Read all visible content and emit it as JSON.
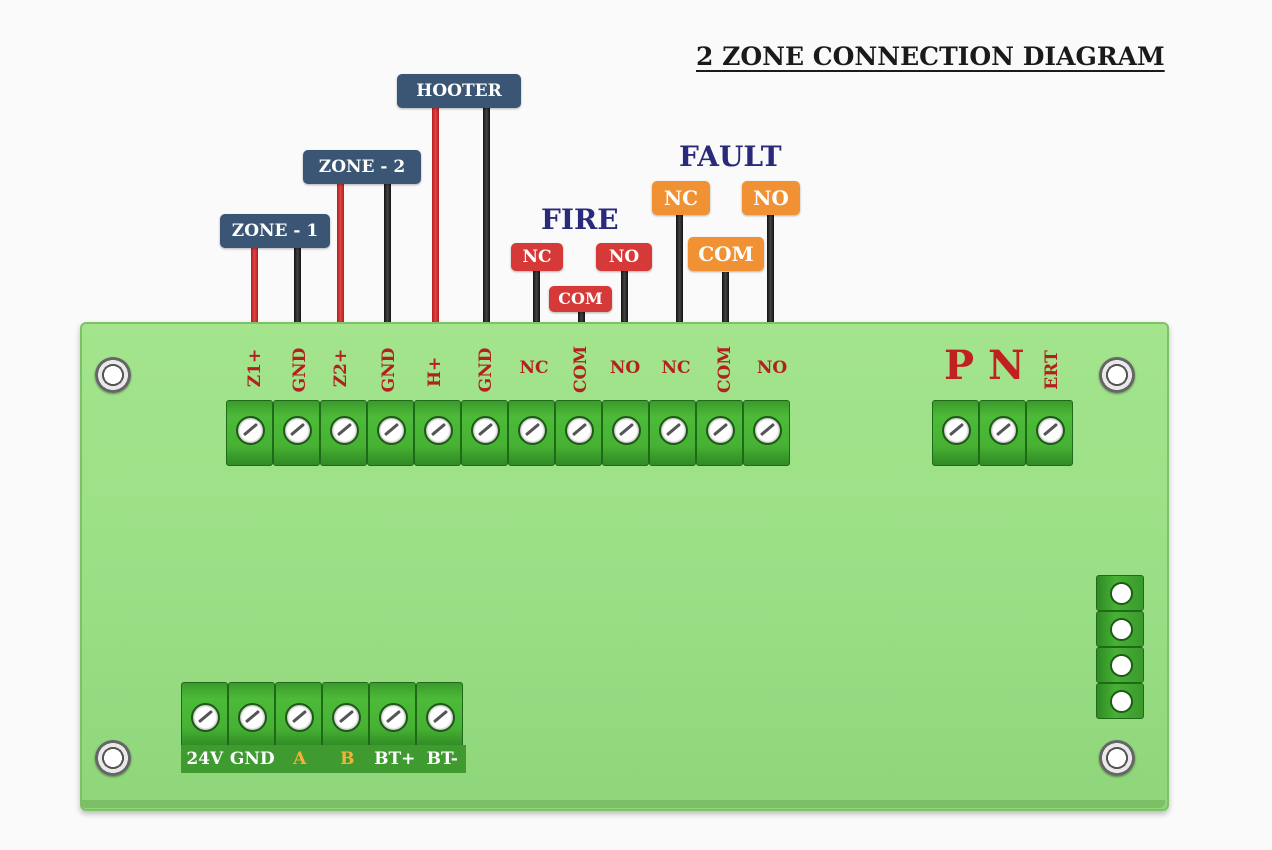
{
  "title": "2 ZONE CONNECTION DIAGRAM",
  "wire_tags": {
    "zone1": "ZONE - 1",
    "zone2": "ZONE - 2",
    "hooter": "HOOTER",
    "fire_group": "FIRE",
    "fire_nc": "NC",
    "fire_com": "COM",
    "fire_no": "NO",
    "fault_group": "FAULT",
    "fault_nc": "NC",
    "fault_com": "COM",
    "fault_no": "NO"
  },
  "terminal_labels": {
    "z1p": "Z1+",
    "gnd1": "GND",
    "z2p": "Z2+",
    "gnd2": "GND",
    "hp": "H+",
    "gnd3": "GND",
    "fire_nc": "NC",
    "fire_com": "COM",
    "fire_no": "NO",
    "fault_nc": "NC",
    "fault_com": "COM",
    "fault_no": "NO"
  },
  "power_labels": {
    "p": "P",
    "n": "N",
    "ert": "ERT"
  },
  "bottom_labels": [
    "24V",
    "GND",
    "A",
    "B",
    "BT+",
    "BT-"
  ],
  "colors": {
    "board": "#9adf85",
    "terminal": "#47b134",
    "tag_blue": "#3b5675",
    "tag_red": "#d63a38",
    "tag_orange": "#f09233",
    "label_red": "#b3201f",
    "group_label": "#2a2a7a"
  }
}
